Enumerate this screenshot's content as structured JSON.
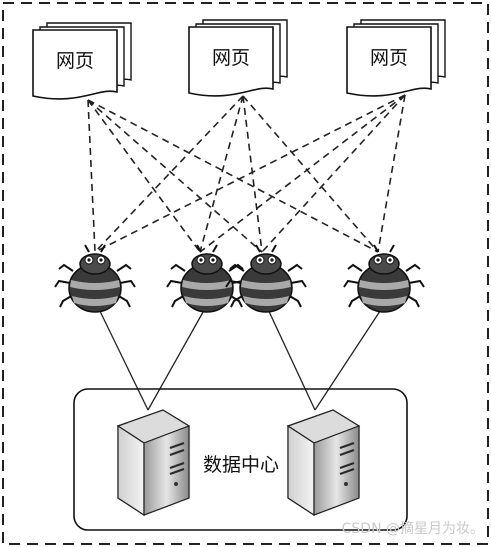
{
  "pages": [
    {
      "label": "网页"
    },
    {
      "label": "网页"
    },
    {
      "label": "网页"
    }
  ],
  "spiders": [
    {
      "icon": "bug-icon"
    },
    {
      "icon": "bug-icon"
    },
    {
      "icon": "bug-icon"
    },
    {
      "icon": "bug-icon"
    }
  ],
  "data_center": {
    "label": "数据中心",
    "servers": [
      {
        "icon": "server-icon"
      },
      {
        "icon": "server-icon"
      }
    ]
  },
  "watermark": "CSDN @摘星月为妆。"
}
